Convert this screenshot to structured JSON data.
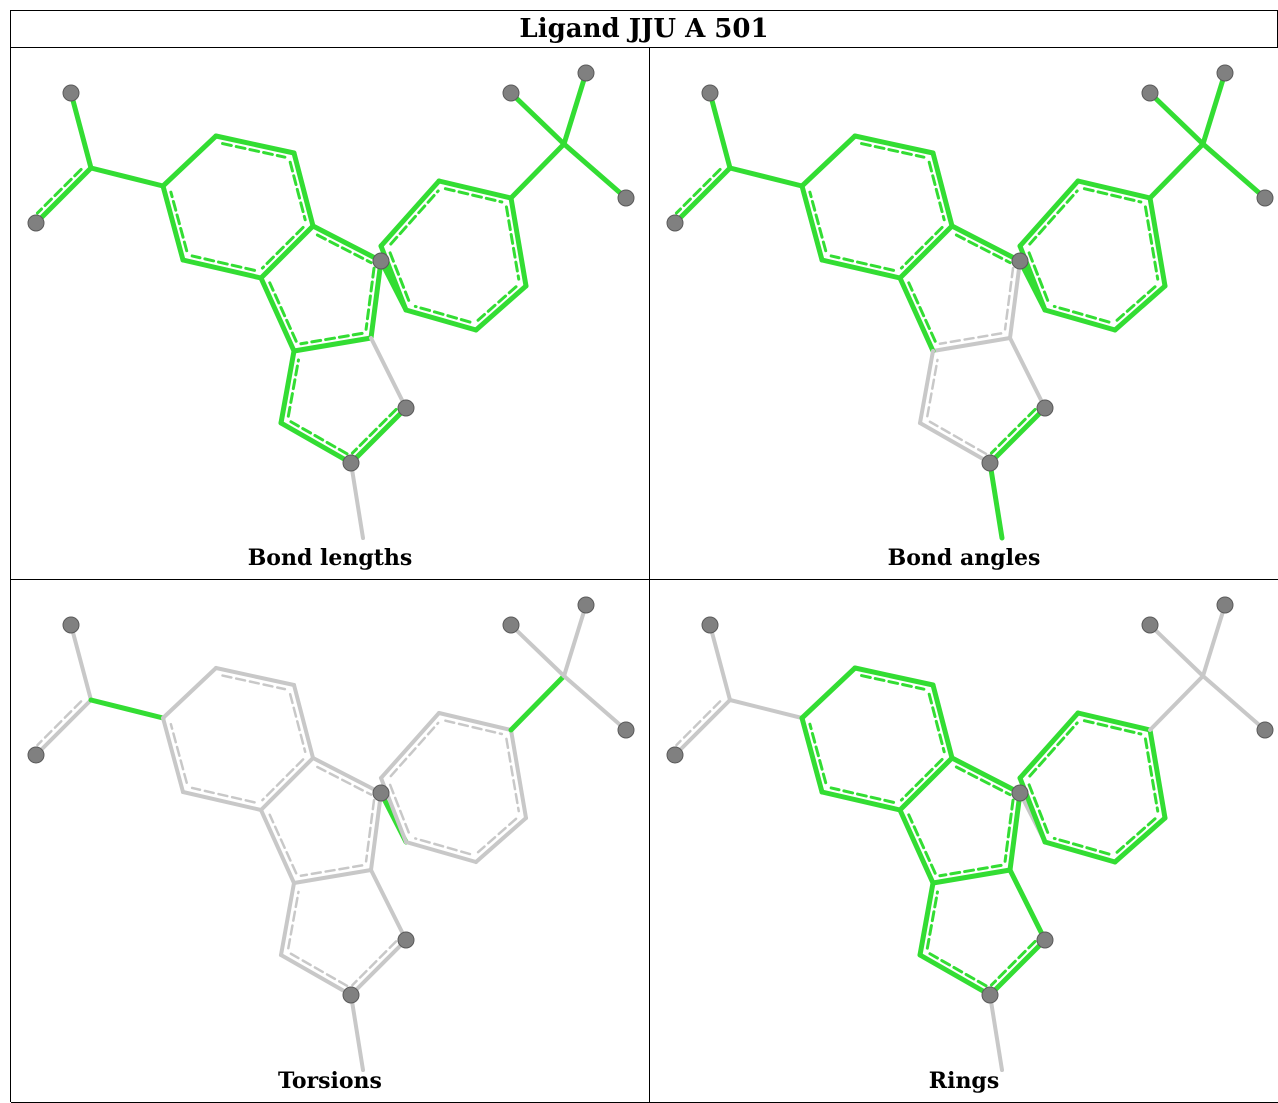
{
  "title": "Ligand JJU A 501",
  "panels": [
    {
      "caption": "Bond lengths"
    },
    {
      "caption": "Bond angles"
    },
    {
      "caption": "Torsions"
    },
    {
      "caption": "Rings"
    }
  ],
  "colors": {
    "highlight": "#33dd33",
    "bond": "#c8c8c8",
    "atom": "#808080"
  }
}
